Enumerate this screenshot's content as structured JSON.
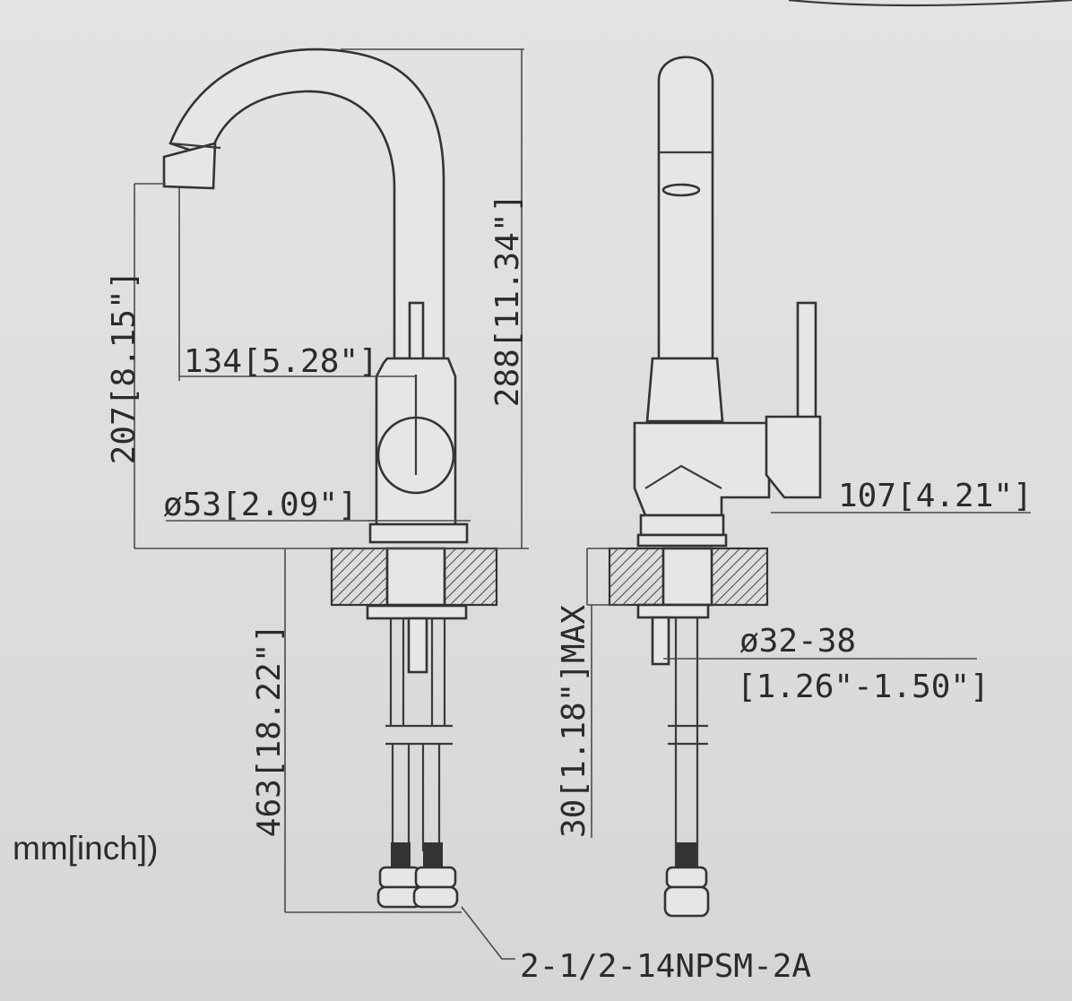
{
  "units_note": "mm[inch])",
  "dimensions": {
    "spout_height": "207[8.15\"]",
    "spout_reach": "134[5.28\"]",
    "total_height": "288[11.34\"]",
    "base_diameter": "ø53[2.09\"]",
    "hose_length": "463[18.22\"]",
    "deck_thickness": "30[1.18\"]MAX",
    "hole_diameter_mm": "ø32-38",
    "hole_diameter_in": "[1.26\"-1.50\"]",
    "side_height": "107[4.21\"]",
    "thread_spec": "2-1/2-14NPSM-2A"
  }
}
